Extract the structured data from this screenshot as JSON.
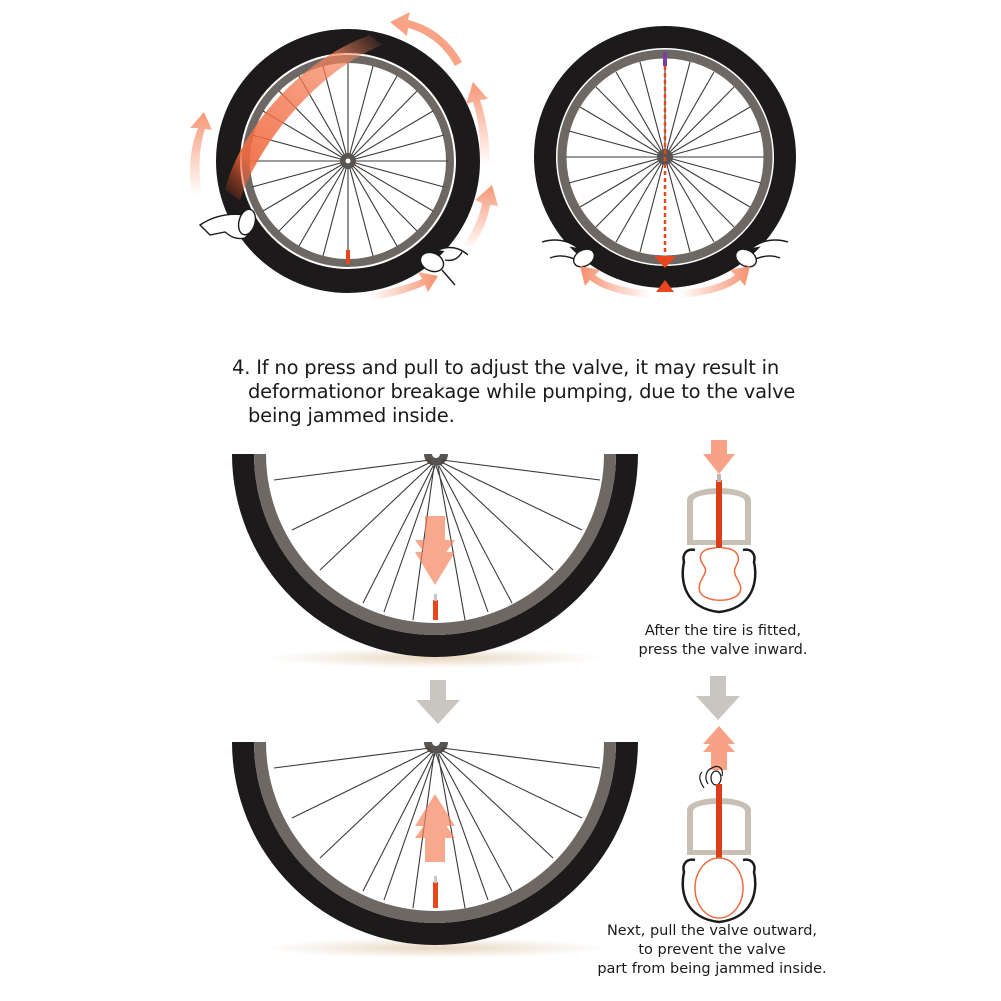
{
  "instruction": {
    "step_number": "4.",
    "lines": [
      "4. If no press and pull to adjust the valve, it may result in",
      "deformationor breakage while pumping, due to the valve",
      "being jammed inside."
    ]
  },
  "captions": {
    "press": {
      "lines": [
        "After the tire is fitted,",
        "press the valve inward."
      ]
    },
    "pull": {
      "lines": [
        "Next, pull the valve outward,",
        "to prevent the valve",
        "part from being jammed inside."
      ]
    }
  },
  "illustrations": [
    {
      "id": "wheel-tire-rolling",
      "description": "Tire being rolled onto rim with both hands, orange arrows around wheel"
    },
    {
      "id": "wheel-valve-alignment",
      "description": "Valve at top aligned with dashed line to bottom, hands pushing tire bottom"
    },
    {
      "id": "half-wheel-press",
      "description": "Half wheel with downward arrow pressing valve inward"
    },
    {
      "id": "cross-section-press",
      "description": "Rim cross-section with valve pressed in, tube deformed"
    },
    {
      "id": "half-wheel-pull",
      "description": "Half wheel with upward arrow pulling valve outward"
    },
    {
      "id": "cross-section-pull",
      "description": "Rim cross-section with valve pulled out by fingers, tube round"
    }
  ],
  "colors": {
    "tire": "#1c1a1a",
    "rim": "#6e6864",
    "spoke": "#3a3a3a",
    "arrow_orange": "#f5845e",
    "arrow_gray": "#c9c5c0",
    "accent_red": "#e8461e",
    "valve_purple": "#7a3fa0"
  }
}
